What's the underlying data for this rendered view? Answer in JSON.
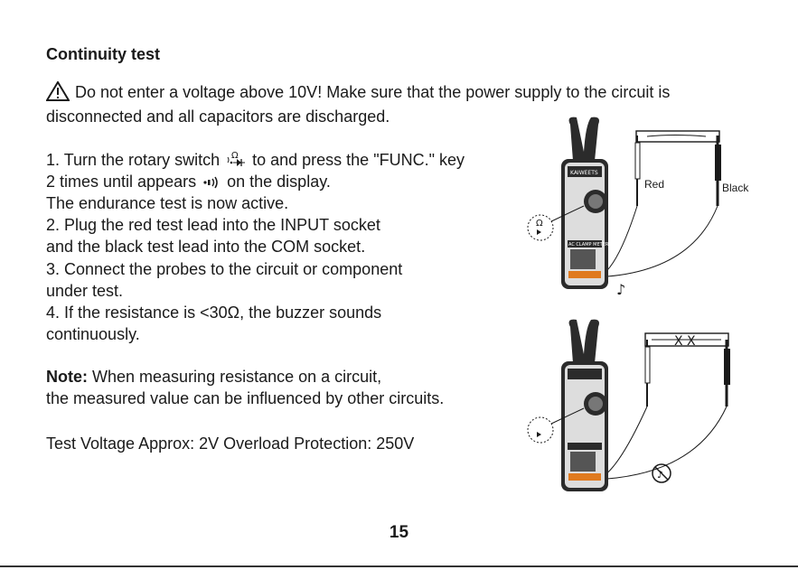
{
  "heading": "Continuity test",
  "warning": "Do not enter a voltage above 10V! Make sure that the power supply to the circuit is",
  "warning_cont": "disconnected and all capacitors are discharged.",
  "step1_a": "1. Turn the rotary switch",
  "step1_b": "to and press the \"FUNC.\" key",
  "step1_c": "2 times until appears",
  "step1_d": "on the display.",
  "step1_e": "The endurance test is now active.",
  "step2_a": "2. Plug the red test lead into the INPUT socket",
  "step2_b": "and the black test lead into the COM socket.",
  "step3_a": "3. Connect the probes to the circuit or component",
  "step3_b": "under test.",
  "step4_a": "4. If the resistance is <30Ω, the buzzer sounds",
  "step4_b": "continuously.",
  "note_label": "Note:",
  "note_text": "When measuring resistance on a circuit,",
  "note_text2": "the measured value can be influenced by other circuits.",
  "specs": "Test Voltage Approx: 2V  Overload Protection: 250V",
  "page_number": "15",
  "figure": {
    "red_label": "Red",
    "black_label": "Black",
    "brand": "KAIWEETS",
    "model": "AC CLAMP METER",
    "dial_symbol": "Ω",
    "break_mark": "X X"
  },
  "colors": {
    "text": "#1a1a1a",
    "meter_body": "#2b2b2b",
    "accent": "#e07a1f"
  }
}
